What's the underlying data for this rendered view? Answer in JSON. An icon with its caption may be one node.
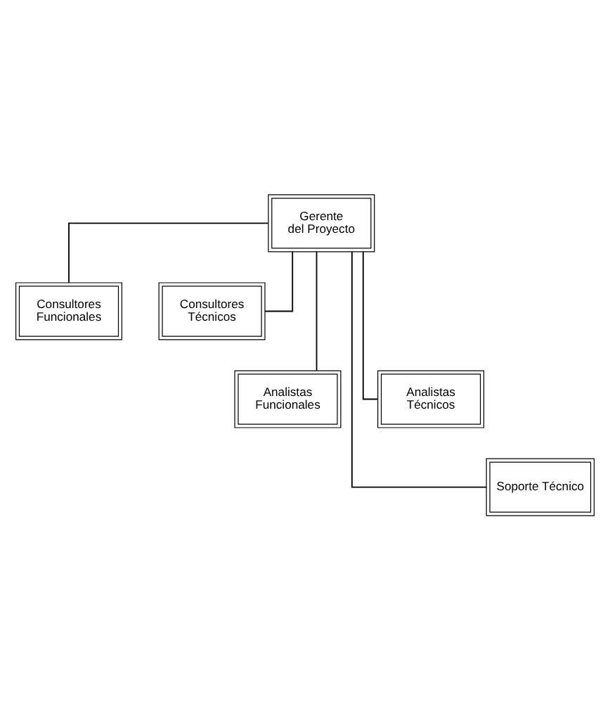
{
  "diagram": {
    "nodes": [
      {
        "text": [
          "Gerente del Proyecto"
        ]
      },
      {
        "text": [
          "Consultores Funcionales"
        ]
      },
      {
        "text": [
          "Consultores Técnicos"
        ]
      },
      {
        "text": [
          "Analistas Funcionales"
        ]
      },
      {
        "text": [
          "Analistas Técnicos"
        ]
      },
      {
        "text": [
          "Soporte Técnico"
        ]
      }
    ],
    "edges": [
      {
        "from": 0,
        "to": 1,
        "arrow": "none"
      },
      {
        "from": 0,
        "to": 2,
        "arrow": "none"
      },
      {
        "from": 0,
        "to": 3,
        "arrow": "none"
      },
      {
        "from": 0,
        "to": 4,
        "arrow": "none"
      },
      {
        "from": 0,
        "to": 5,
        "arrow": "none"
      }
    ]
  }
}
